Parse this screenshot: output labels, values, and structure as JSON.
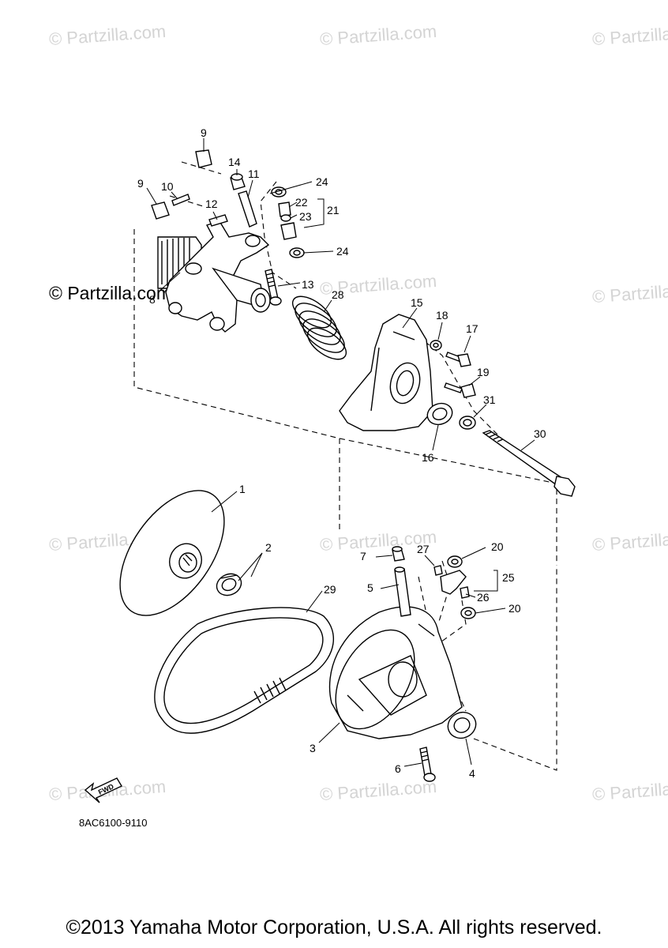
{
  "watermark": "© Partzilla.com",
  "callouts": [
    {
      "label": "1"
    },
    {
      "label": "2"
    },
    {
      "label": "3"
    },
    {
      "label": "4"
    },
    {
      "label": "5"
    },
    {
      "label": "6"
    },
    {
      "label": "7"
    },
    {
      "label": "8"
    },
    {
      "label": "9"
    },
    {
      "label": "9"
    },
    {
      "label": "10"
    },
    {
      "label": "11"
    },
    {
      "label": "12"
    },
    {
      "label": "13"
    },
    {
      "label": "14"
    },
    {
      "label": "15"
    },
    {
      "label": "16"
    },
    {
      "label": "17"
    },
    {
      "label": "18"
    },
    {
      "label": "19"
    },
    {
      "label": "20"
    },
    {
      "label": "20"
    },
    {
      "label": "21"
    },
    {
      "label": "22"
    },
    {
      "label": "23"
    },
    {
      "label": "24"
    },
    {
      "label": "24"
    },
    {
      "label": "25"
    },
    {
      "label": "26"
    },
    {
      "label": "27"
    },
    {
      "label": "28"
    },
    {
      "label": "29"
    },
    {
      "label": "30"
    },
    {
      "label": "31"
    }
  ],
  "fwd_label": "FWD",
  "part_number": "8AC6100-9110",
  "copyright": "©2013 Yamaha Motor Corporation, U.S.A. All rights reserved."
}
